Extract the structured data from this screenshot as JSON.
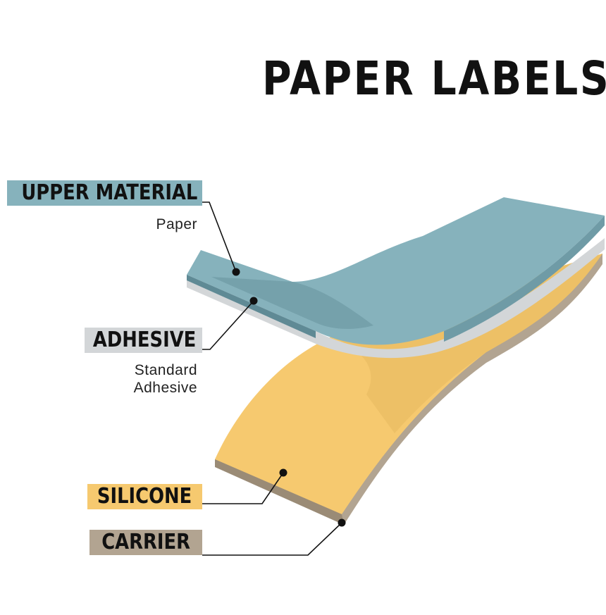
{
  "title": "PAPER LABELS",
  "layers": {
    "upper_material": {
      "label": "UPPER MATERIAL",
      "detail": "Paper",
      "color": "#86b2bc"
    },
    "adhesive": {
      "label": "ADHESIVE",
      "detail_line1": "Standard",
      "detail_line2": "Adhesive",
      "color": "#d3d6d8"
    },
    "silicone": {
      "label": "SILICONE",
      "color": "#f6c96f"
    },
    "carrier": {
      "label": "CARRIER",
      "color": "#b2a491"
    }
  }
}
